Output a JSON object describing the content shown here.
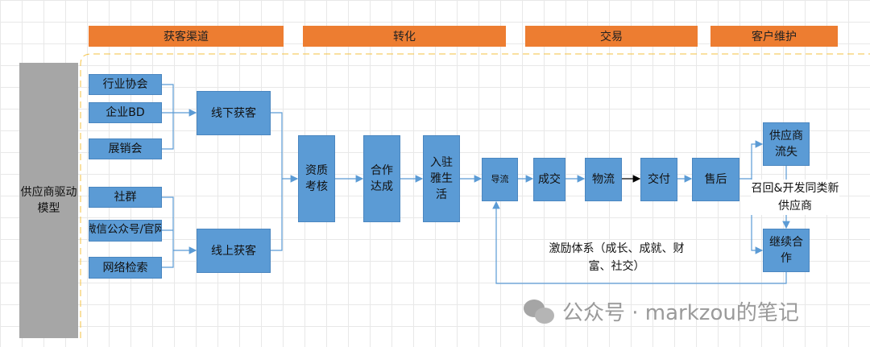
{
  "stages": [
    {
      "label": "获客渠道"
    },
    {
      "label": "转化"
    },
    {
      "label": "交易"
    },
    {
      "label": "客户维护"
    }
  ],
  "model_label": "供应商驱动\n模型",
  "channels": {
    "offline": [
      "行业协会",
      "企业BD",
      "展销会"
    ],
    "online": [
      "社群",
      "微信公众号/官网",
      "网络检索"
    ]
  },
  "acquisition": {
    "offline": "线下获客",
    "online": "线上获客"
  },
  "conversion": [
    "资质考核",
    "合作达成",
    "入驻雅生活"
  ],
  "trade": [
    "导流",
    "成交",
    "物流",
    "交付",
    "售后"
  ],
  "maintenance": {
    "lost": "供应商流失",
    "continue": "继续合作",
    "recall_label": "召回&开发同类新供应商"
  },
  "incentive_label": "激励体系（成长、成就、财富、社交）",
  "watermark": "公众号 · markzou的笔记",
  "colors": {
    "stage": "#ED7D31",
    "box": "#5B9BD5",
    "model": "#A6A6A6",
    "line": "#5B9BD5"
  }
}
